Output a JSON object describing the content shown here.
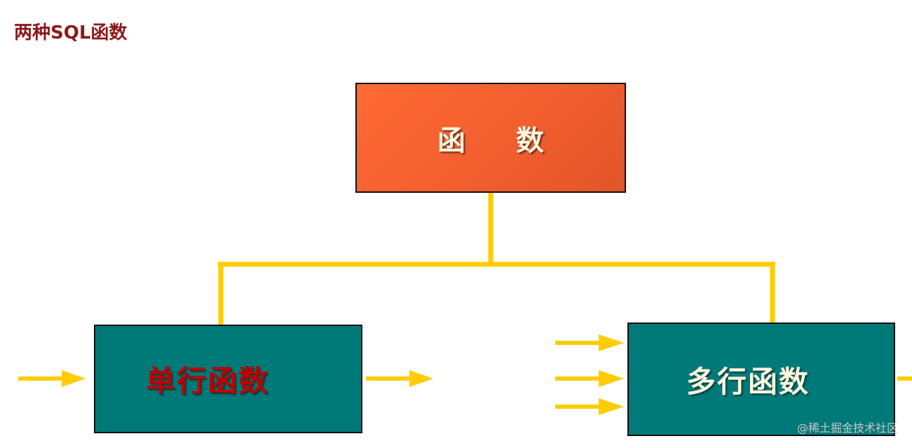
{
  "title": "两种SQL函数",
  "diagram": {
    "root": {
      "label": "函数"
    },
    "children": [
      {
        "label": "单行函数"
      },
      {
        "label": "多行函数"
      }
    ],
    "colors": {
      "root_fill": "#f25e2e",
      "child_fill": "#007a78",
      "connector": "#ffcc00",
      "single_label": "#c00000",
      "multi_label": "#fff6df",
      "title": "#8b1a1a"
    }
  },
  "watermark": "@稀土掘金技术社区"
}
